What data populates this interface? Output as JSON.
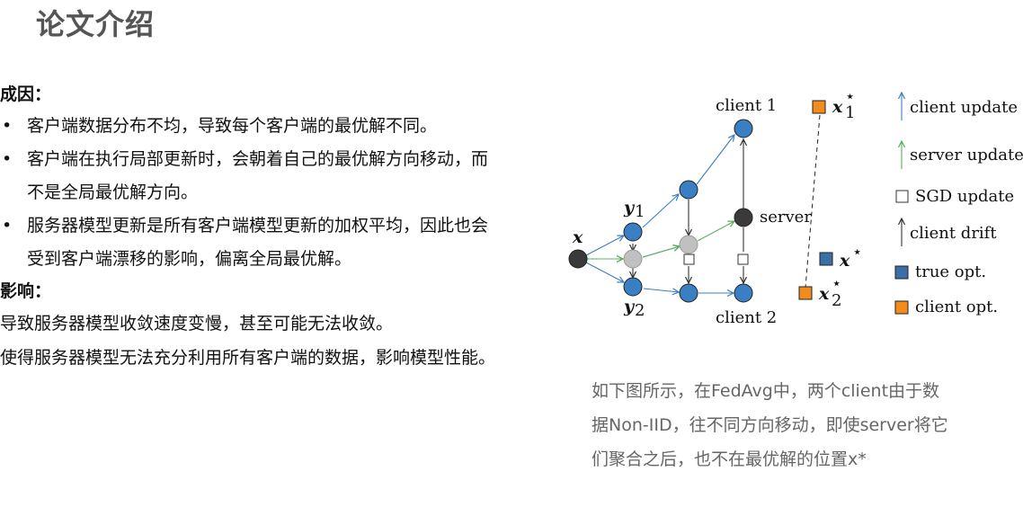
{
  "page": {
    "title": "论文介绍"
  },
  "causes": {
    "heading": "成因：",
    "bullet_symbol": "•",
    "items": [
      {
        "line1": "客户端数据分布不均，导致每个客户端的最优解不同。",
        "line2": ""
      },
      {
        "line1": "客户端在执行局部更新时，会朝着自己的最优解方向移动，而",
        "line2": "不是全局最优解方向。"
      },
      {
        "line1": "服务器模型更新是所有客户端模型更新的加权平均，因此也会",
        "line2": "受到客户端漂移的影响，偏离全局最优解。"
      }
    ]
  },
  "impact": {
    "heading": "影响：",
    "lines": [
      "导致服务器模型收敛速度变慢，甚至可能无法收敛。",
      "使得服务器模型无法充分利用所有客户端的数据，影响模型性能。"
    ]
  },
  "caption": {
    "lines": [
      "如下图所示，在FedAvg中，两个client由于数",
      "据Non-IID，往不同方向移动，即使server将它",
      "们聚合之后，也不在最优解的位置x*"
    ]
  },
  "diagram": {
    "labels": {
      "client1": "client 1",
      "client2": "client 2",
      "server": "server",
      "x": "x",
      "y1": "y",
      "y1_sub": "1",
      "y2": "y",
      "y2_sub": "2",
      "x1star": "x",
      "x1star_sub": "1",
      "x2star": "x",
      "x2star_sub": "2",
      "xstar": "x",
      "star": "⋆"
    },
    "legend": {
      "client_update": "client update",
      "server_update": "server update",
      "sgd_update": "SGD update",
      "client_drift": "client drift",
      "true_opt": "true opt.",
      "client_opt": "client opt."
    },
    "colors": {
      "client_blue": "#3a7fc4",
      "server_green": "#5ab05a",
      "dark_node": "#3a3a3a",
      "gray_node": "#c0c0c0",
      "orange_opt": "#f28c1c",
      "true_opt_blue": "#3b6fa8"
    }
  }
}
